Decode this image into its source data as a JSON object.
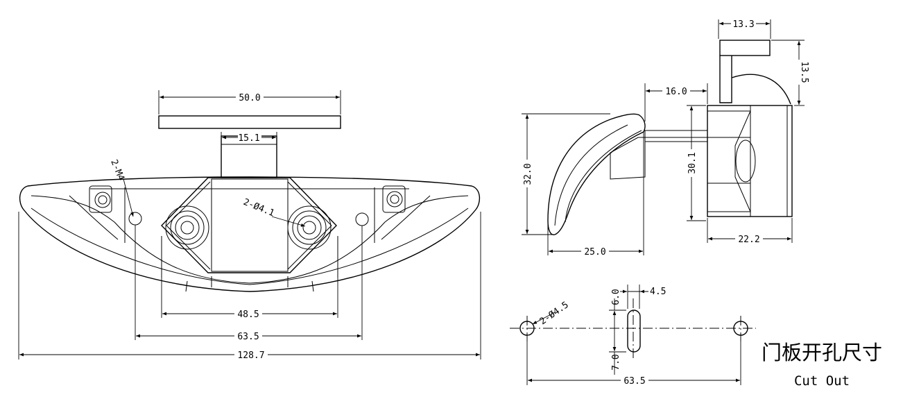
{
  "front_view": {
    "dimensions": {
      "top_width": "50.0",
      "stem_width": "15.1",
      "outer_width": "128.7",
      "screw_spacing": "63.5",
      "boss_spacing": "48.5"
    },
    "callouts": {
      "thread": "2-M4",
      "hole": "2-Ø4.1"
    }
  },
  "side_view": {
    "dimensions": {
      "height": "32.0",
      "depth": "25.0",
      "offset": "16.0",
      "body_height": "30.1",
      "body_depth": "22.2",
      "tab_width": "13.3",
      "tab_height": "13.5"
    }
  },
  "cutout": {
    "dimensions": {
      "hole": "2-Ø4.5",
      "slot_top": "6.0",
      "slot_width": "4.5",
      "slot_bottom": "7.0",
      "hole_spacing": "63.5"
    },
    "title_cn": "门板开孔尺寸",
    "title_en": "Cut Out"
  }
}
